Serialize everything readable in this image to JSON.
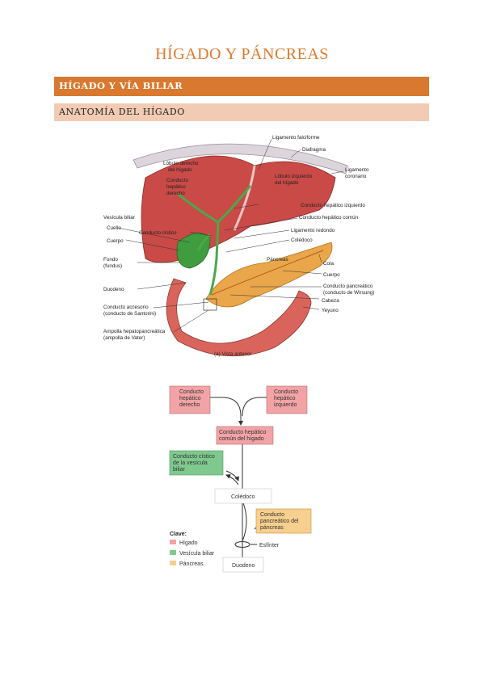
{
  "page": {
    "title": "HÍGADO Y PÁNCREAS"
  },
  "section": {
    "title": "HÍGADO Y VÍA BILIAR"
  },
  "subsection": {
    "title": "ANATOMÍA DEL HÍGADO"
  },
  "colors": {
    "title_orange": "#e0782e",
    "section_bar": "#d8792f",
    "subsection_bar": "#f2cbb4",
    "liver": "#c94a47",
    "gallbladder": "#3f9d3f",
    "pancreas": "#e9a64a",
    "duodenum": "#d9645b",
    "key_liver": "#f2a3a6",
    "key_gallbladder": "#7fc98f",
    "key_pancreas": "#f7cf8e"
  },
  "anatomy_figure": {
    "labels": {
      "ligamento_falciforme": "Ligamento falciforme",
      "diafragma": "Diafragma",
      "lobulo_derecho_1": "Lóbulo derecho",
      "lobulo_derecho_2": "del hígado",
      "conducto_hepatico_derecho_1": "Conducto",
      "conducto_hepatico_derecho_2": "hepático",
      "conducto_hepatico_derecho_3": "derecho",
      "lobulo_izquierdo_1": "Lóbulo izquierdo",
      "lobulo_izquierdo_2": "del hígado",
      "ligamento_coronario_1": "Ligamento",
      "ligamento_coronario_2": "coronario",
      "conducto_hepatico_izquierdo": "Conducto hepático izquierdo",
      "conducto_hepatico_comun": "Conducto hepático común",
      "vesicula_biliar": "Vesícula biliar",
      "cuello": "Cuello",
      "conducto_cistico": "Conducto cístico",
      "ligamento_redondo": "Ligamento redondo",
      "cuerpo_vesicula": "Cuerpo",
      "coledoco": "Colédoco",
      "pancreas": "Páncreas",
      "cola": "Cola",
      "cuerpo_pancreas": "Cuerpo",
      "fondo_1": "Fondo",
      "fondo_2": "(fundus)",
      "conducto_pancreatico_1": "Conducto pancreático",
      "conducto_pancreatico_2": "(conducto de Wirsung)",
      "duodeno": "Duodeno",
      "cabeza": "Cabeza",
      "conducto_accesorio_1": "Conducto accesorio",
      "conducto_accesorio_2": "(conducto de Santorini)",
      "yeyuno": "Yeyuno",
      "ampolla_1": "Ampolla hepatopancreática",
      "ampolla_2": "(ampolla de Vater)",
      "caption": "(a) Vista anterior"
    }
  },
  "flow_diagram": {
    "boxes": {
      "hepatico_derecho": [
        "Conducto",
        "hepático",
        "derecho"
      ],
      "hepatico_izquierdo": [
        "Conducto",
        "hepático",
        "izquierdo"
      ],
      "hepatico_comun": [
        "Conducto hepático",
        "común del hígado"
      ],
      "cistico": [
        "Conducto cístico",
        "de la vesícula",
        "biliar"
      ],
      "coledoco": "Colédoco",
      "pancreatico": [
        "Conducto",
        "pancreático del",
        "páncreas"
      ],
      "duodeno": "Duodeno"
    },
    "esfinter": "Esfínter",
    "key": {
      "title": "Clave:",
      "items": [
        "Hígado",
        "Vesícula biliar",
        "Páncreas"
      ]
    }
  }
}
